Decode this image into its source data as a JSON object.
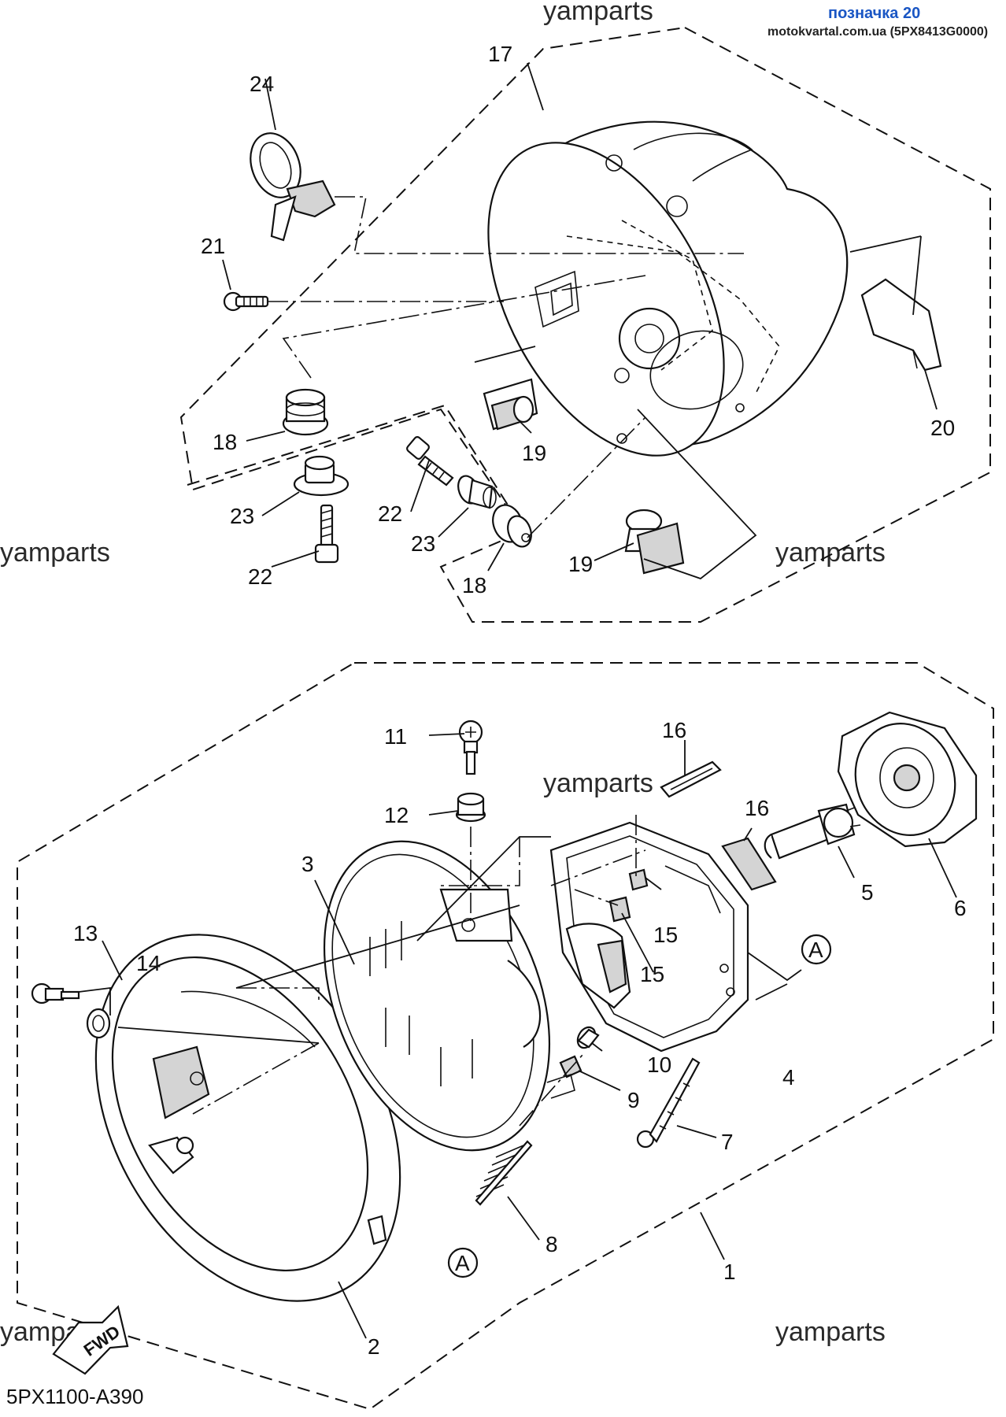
{
  "header": {
    "label": "позначка 20",
    "source": "motokvartal.com.ua (5PX8413G0000)"
  },
  "watermarks": [
    "yamparts",
    "yamparts",
    "yamparts",
    "yamparts",
    "yamparts",
    "yamparts"
  ],
  "diagram_code": "5PX1100-A390",
  "fwd_label": "FWD",
  "reference_mark": "A",
  "callouts": {
    "c1": "1",
    "c2": "2",
    "c3": "3",
    "c4": "4",
    "c5": "5",
    "c6": "6",
    "c7": "7",
    "c8": "8",
    "c9": "9",
    "c10": "10",
    "c11": "11",
    "c12": "12",
    "c13": "13",
    "c14": "14",
    "c15a": "15",
    "c15b": "15",
    "c16a": "16",
    "c16b": "16",
    "c17": "17",
    "c18a": "18",
    "c18b": "18",
    "c19a": "19",
    "c19b": "19",
    "c20": "20",
    "c21": "21",
    "c22a": "22",
    "c22b": "22",
    "c23a": "23",
    "c23b": "23",
    "c24": "24"
  }
}
